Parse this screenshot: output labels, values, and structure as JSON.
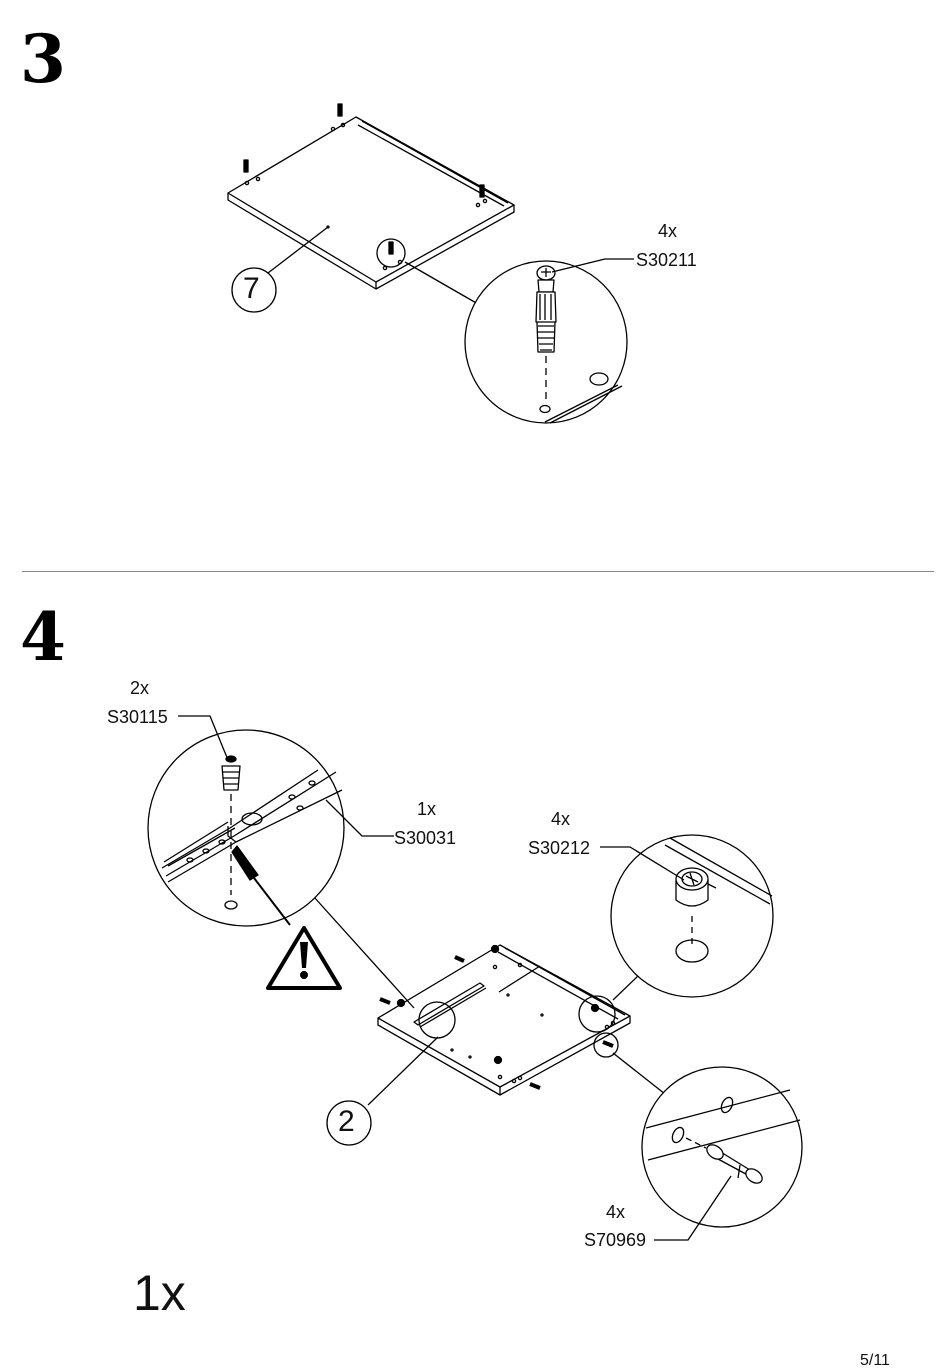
{
  "steps": [
    {
      "number": "3",
      "part_callout": "7",
      "hardware": [
        {
          "count": "4x",
          "code": "S30211"
        }
      ]
    },
    {
      "number": "4",
      "part_callout": "2",
      "hardware": [
        {
          "count": "2x",
          "code": "S30115"
        },
        {
          "count": "1x",
          "code": "S30031"
        },
        {
          "count": "4x",
          "code": "S30212"
        },
        {
          "count": "4x",
          "code": "S70969"
        }
      ],
      "warning": "!",
      "quantity": "1x"
    }
  ],
  "page_number": "5/11"
}
